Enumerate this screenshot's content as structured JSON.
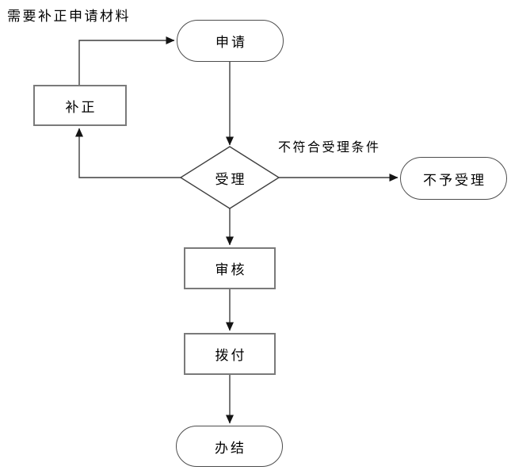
{
  "flowchart": {
    "note": "需要补正申请材料",
    "nodes": {
      "apply": {
        "label": "申请",
        "shape": "stadium"
      },
      "correct": {
        "label": "补正",
        "shape": "rect"
      },
      "accept": {
        "label": "受理",
        "shape": "diamond"
      },
      "reject": {
        "label": "不予受理",
        "shape": "stadium"
      },
      "review": {
        "label": "审核",
        "shape": "rect"
      },
      "disburse": {
        "label": "拨付",
        "shape": "rect"
      },
      "finish": {
        "label": "办结",
        "shape": "stadium"
      }
    },
    "edge_labels": {
      "reject_condition": "不符合受理条件"
    },
    "colors": {
      "background": "#ffffff",
      "rect_border": "#7a7a7a",
      "stadium_border": "#4d4d4d",
      "connector": "#3f3f3f",
      "arrowhead": "#141414",
      "text": "#000000"
    }
  }
}
